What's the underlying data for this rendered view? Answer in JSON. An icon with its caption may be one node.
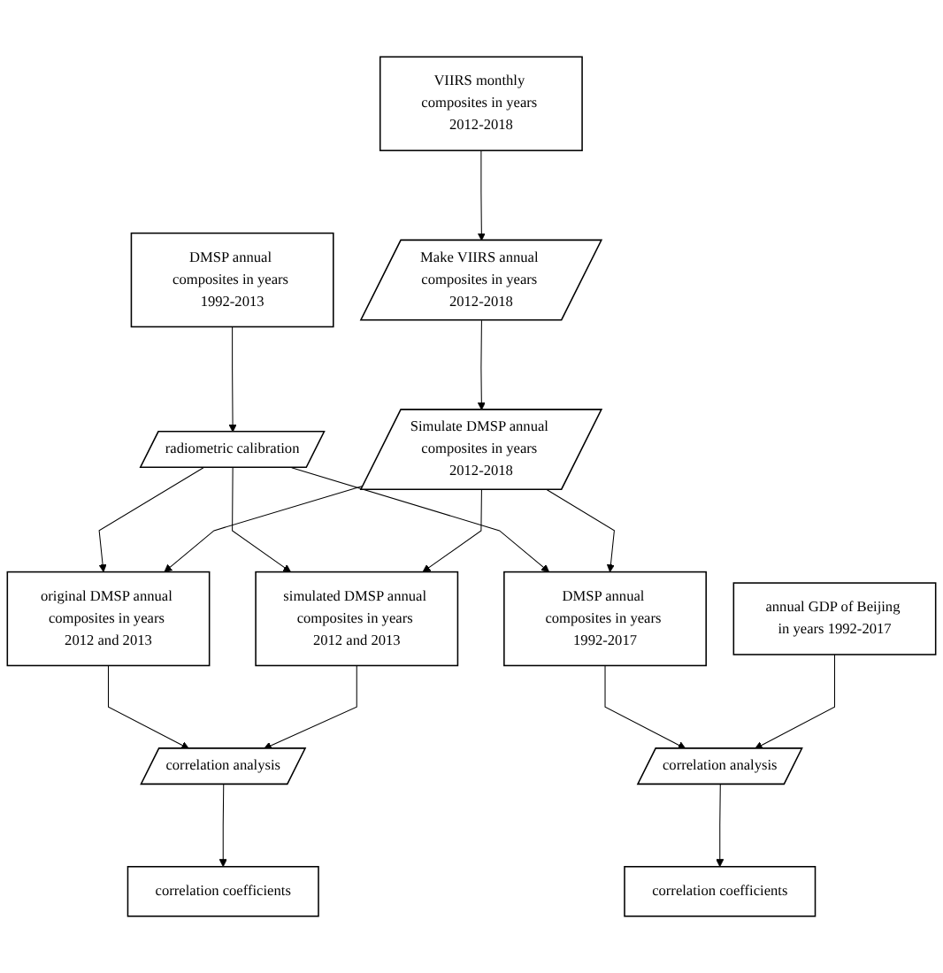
{
  "diagram": {
    "nodes": [
      {
        "text": [
          "DMSP annual composites in years 1992-2013"
        ]
      },
      {
        "text": [
          "radiometric calibration"
        ]
      },
      {
        "text": [
          "VIIRS monthly composites in years 2012-2018"
        ]
      },
      {
        "text": [
          "Make VIIRS annual composites in years 2012-2018"
        ]
      },
      {
        "text": [
          "Simulate DMSP annual composites in years 2012-2018"
        ]
      },
      {
        "text": [
          "original DMSP annual composites in years 2012 and 2013"
        ]
      },
      {
        "text": [
          "simulated DMSP annual composites in years 2012 and 2013"
        ]
      },
      {
        "text": [
          "DMSP annual composites in years 1992-2017"
        ]
      },
      {
        "text": [
          "annual GDP of Beijing in years 1992-2017"
        ]
      },
      {
        "text": [
          "correlation analysis"
        ]
      },
      {
        "text": [
          "correlation coefficients"
        ]
      },
      {
        "text": [
          "correlation analysis"
        ]
      },
      {
        "text": [
          "correlation coefficients"
        ]
      }
    ],
    "edges": [
      {
        "from": 0,
        "to": 1,
        "arrow": "to"
      },
      {
        "from": 2,
        "to": 3,
        "arrow": "to"
      },
      {
        "from": 3,
        "to": 4,
        "arrow": "to"
      },
      {
        "from": 1,
        "to": 5,
        "arrow": "to"
      },
      {
        "from": 1,
        "to": 6,
        "arrow": "to"
      },
      {
        "from": 1,
        "to": 7,
        "arrow": "to"
      },
      {
        "from": 4,
        "to": 5,
        "arrow": "to"
      },
      {
        "from": 4,
        "to": 6,
        "arrow": "to"
      },
      {
        "from": 4,
        "to": 7,
        "arrow": "to"
      },
      {
        "from": 5,
        "to": 9,
        "arrow": "to"
      },
      {
        "from": 6,
        "to": 9,
        "arrow": "to"
      },
      {
        "from": 9,
        "to": 10,
        "arrow": "to"
      },
      {
        "from": 7,
        "to": 11,
        "arrow": "to"
      },
      {
        "from": 8,
        "to": 11,
        "arrow": "to"
      },
      {
        "from": 11,
        "to": 12,
        "arrow": "to"
      }
    ]
  }
}
